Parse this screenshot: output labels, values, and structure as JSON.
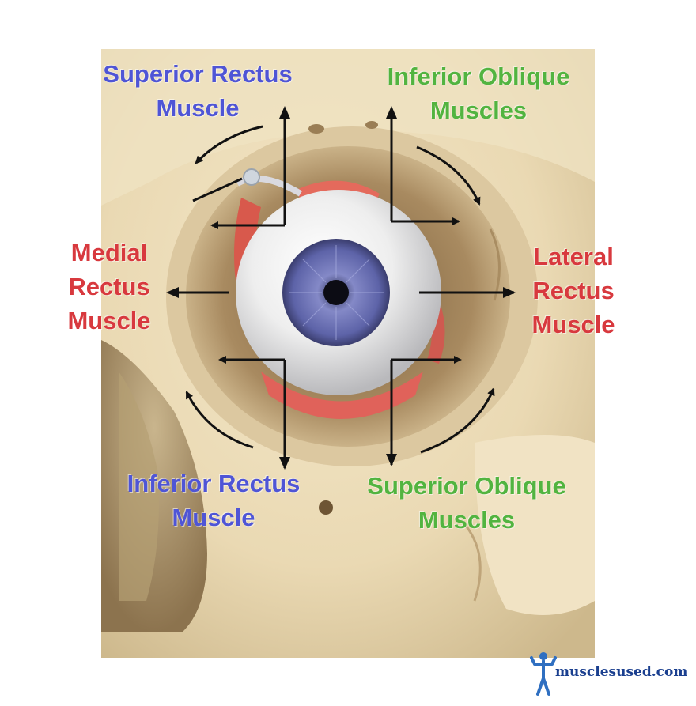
{
  "labels": {
    "superior_rectus": [
      "Superior Rectus",
      "Muscle"
    ],
    "inferior_oblique": [
      "Inferior Oblique",
      "Muscles"
    ],
    "medial_rectus": [
      "Medial",
      "Rectus",
      "Muscle"
    ],
    "lateral_rectus": [
      "Lateral",
      "Rectus",
      "Muscle"
    ],
    "inferior_rectus": [
      "Inferior Rectus",
      "Muscle"
    ],
    "superior_oblique": [
      "Superior Oblique",
      "Muscles"
    ]
  },
  "watermark": "musclesused.com",
  "colors": {
    "rectus_vertical": "#4f55d6",
    "oblique": "#52b440",
    "rectus_horizontal": "#d8393e",
    "bone": "#ecdcb8",
    "iris": "#5d63a8",
    "arrow": "#111111"
  },
  "icons": [
    "eyeball",
    "skull-orbit",
    "direction-arrow",
    "curved-rotation-arrow",
    "human-figure-icon"
  ]
}
